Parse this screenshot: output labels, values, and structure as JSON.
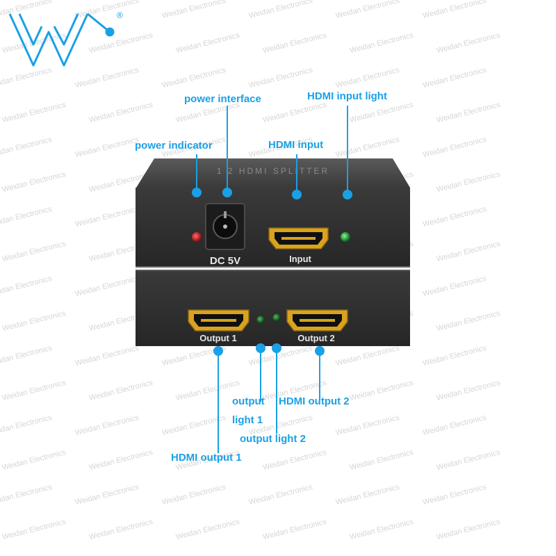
{
  "watermark": {
    "text": "Weidan Electronics"
  },
  "logo": {
    "mark": "®"
  },
  "colors": {
    "accent": "#1aa0e6",
    "device_body": "#2c2c2c",
    "hdmi_gold": "#d9a21f",
    "led_red": "#c81818",
    "led_green": "#1f9a35"
  },
  "device": {
    "top_unit": {
      "top_text": "1 2 HDMI SPLITTER",
      "power_port_label": "DC 5V",
      "input_port_label": "Input"
    },
    "bottom_unit": {
      "output1_label": "Output 1",
      "output2_label": "Output 2"
    }
  },
  "callouts": {
    "power_interface": "power interface",
    "hdmi_input_light": "HDMI input light",
    "power_indicator": "power indicator",
    "hdmi_input": "HDMI input",
    "output_light_1_line1": "output",
    "output_light_1_line2": "light 1",
    "hdmi_output_2": "HDMI output 2",
    "output_light_2": "output light 2",
    "hdmi_output_1": "HDMI output 1"
  }
}
